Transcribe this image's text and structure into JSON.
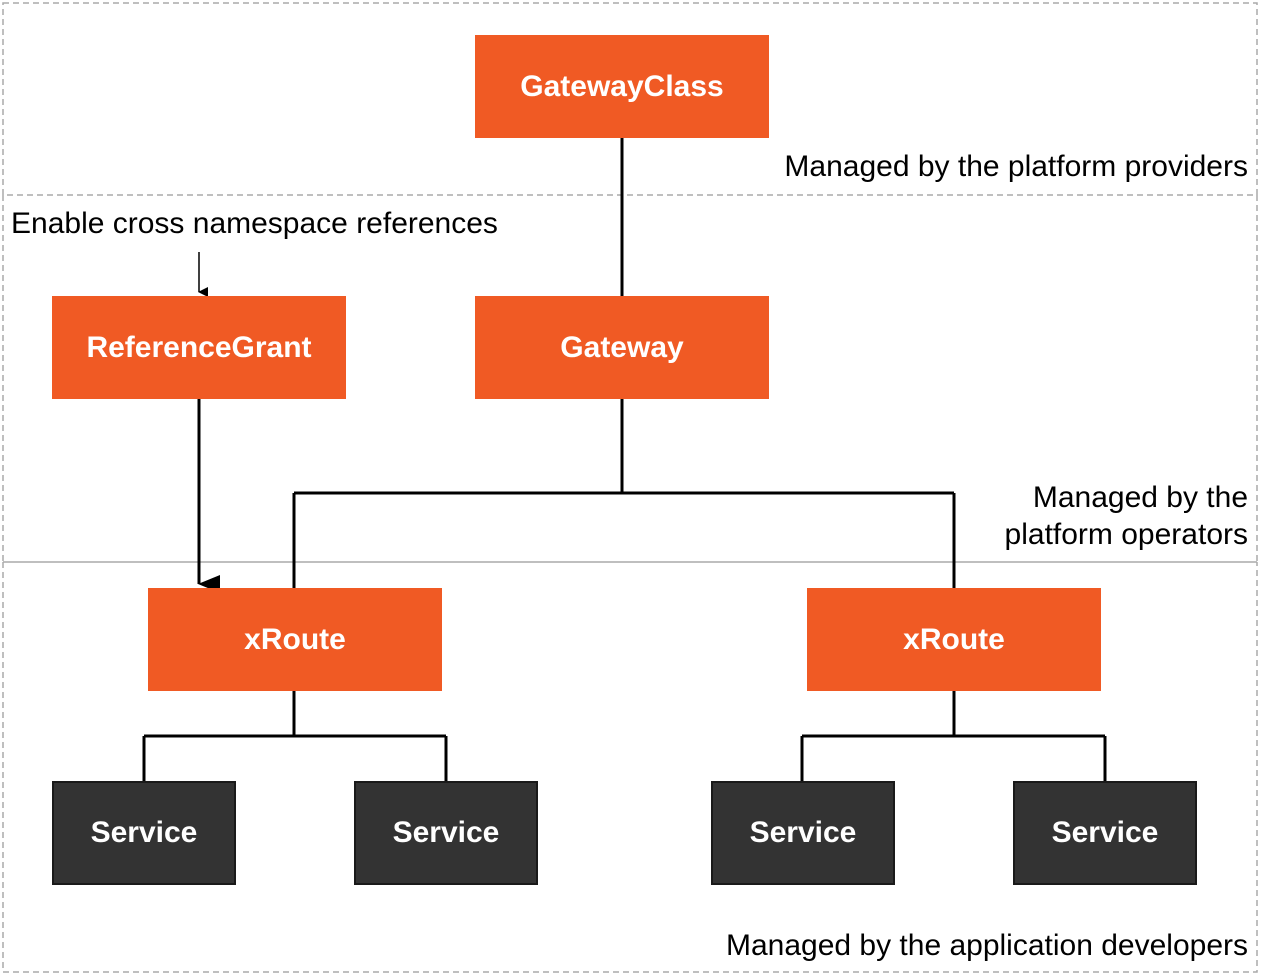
{
  "nodes": {
    "gatewayclass": "GatewayClass",
    "gateway": "Gateway",
    "referencegrant": "ReferenceGrant",
    "xroute_left": "xRoute",
    "xroute_right": "xRoute",
    "service_1": "Service",
    "service_2": "Service",
    "service_3": "Service",
    "service_4": "Service"
  },
  "annotations": {
    "cross_namespace": "Enable cross namespace references"
  },
  "zones": {
    "providers": "Managed by the platform providers",
    "operators_line1": "Managed by the",
    "operators_line2": "platform operators",
    "developers": "Managed by the application developers"
  },
  "colors": {
    "resource_box": "#f05a24",
    "service_box": "#333333",
    "zone_border": "#aaaaaa"
  }
}
